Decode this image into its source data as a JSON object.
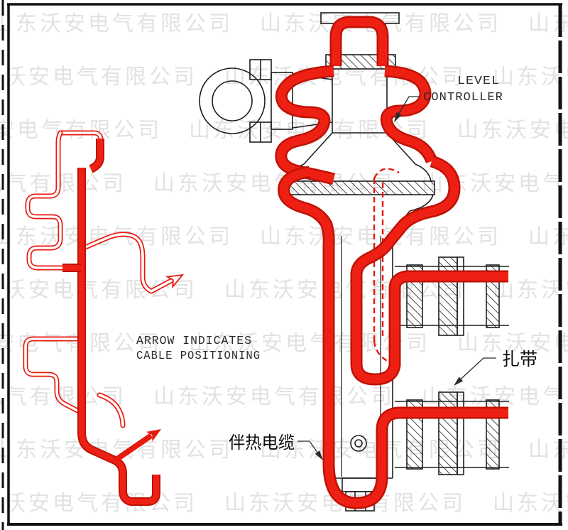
{
  "watermark": {
    "text": "山东沃安电气有限公司"
  },
  "drawing": {
    "labels": {
      "level_line1": "LEVEL",
      "level_line2": "CONTROLLER",
      "note_line1": "ARROW INDICATES",
      "note_line2": "CABLE POSITIONING",
      "cable_tie": "扎带",
      "heat_cable": "伴热电缆"
    },
    "colors": {
      "cable_red": "#e8190e",
      "cable_red_dark": "#bf1206",
      "cable_red_bright": "#ee2014",
      "line_black": "#1f1f1f",
      "watermark_gray": "#e2e2e2"
    }
  }
}
